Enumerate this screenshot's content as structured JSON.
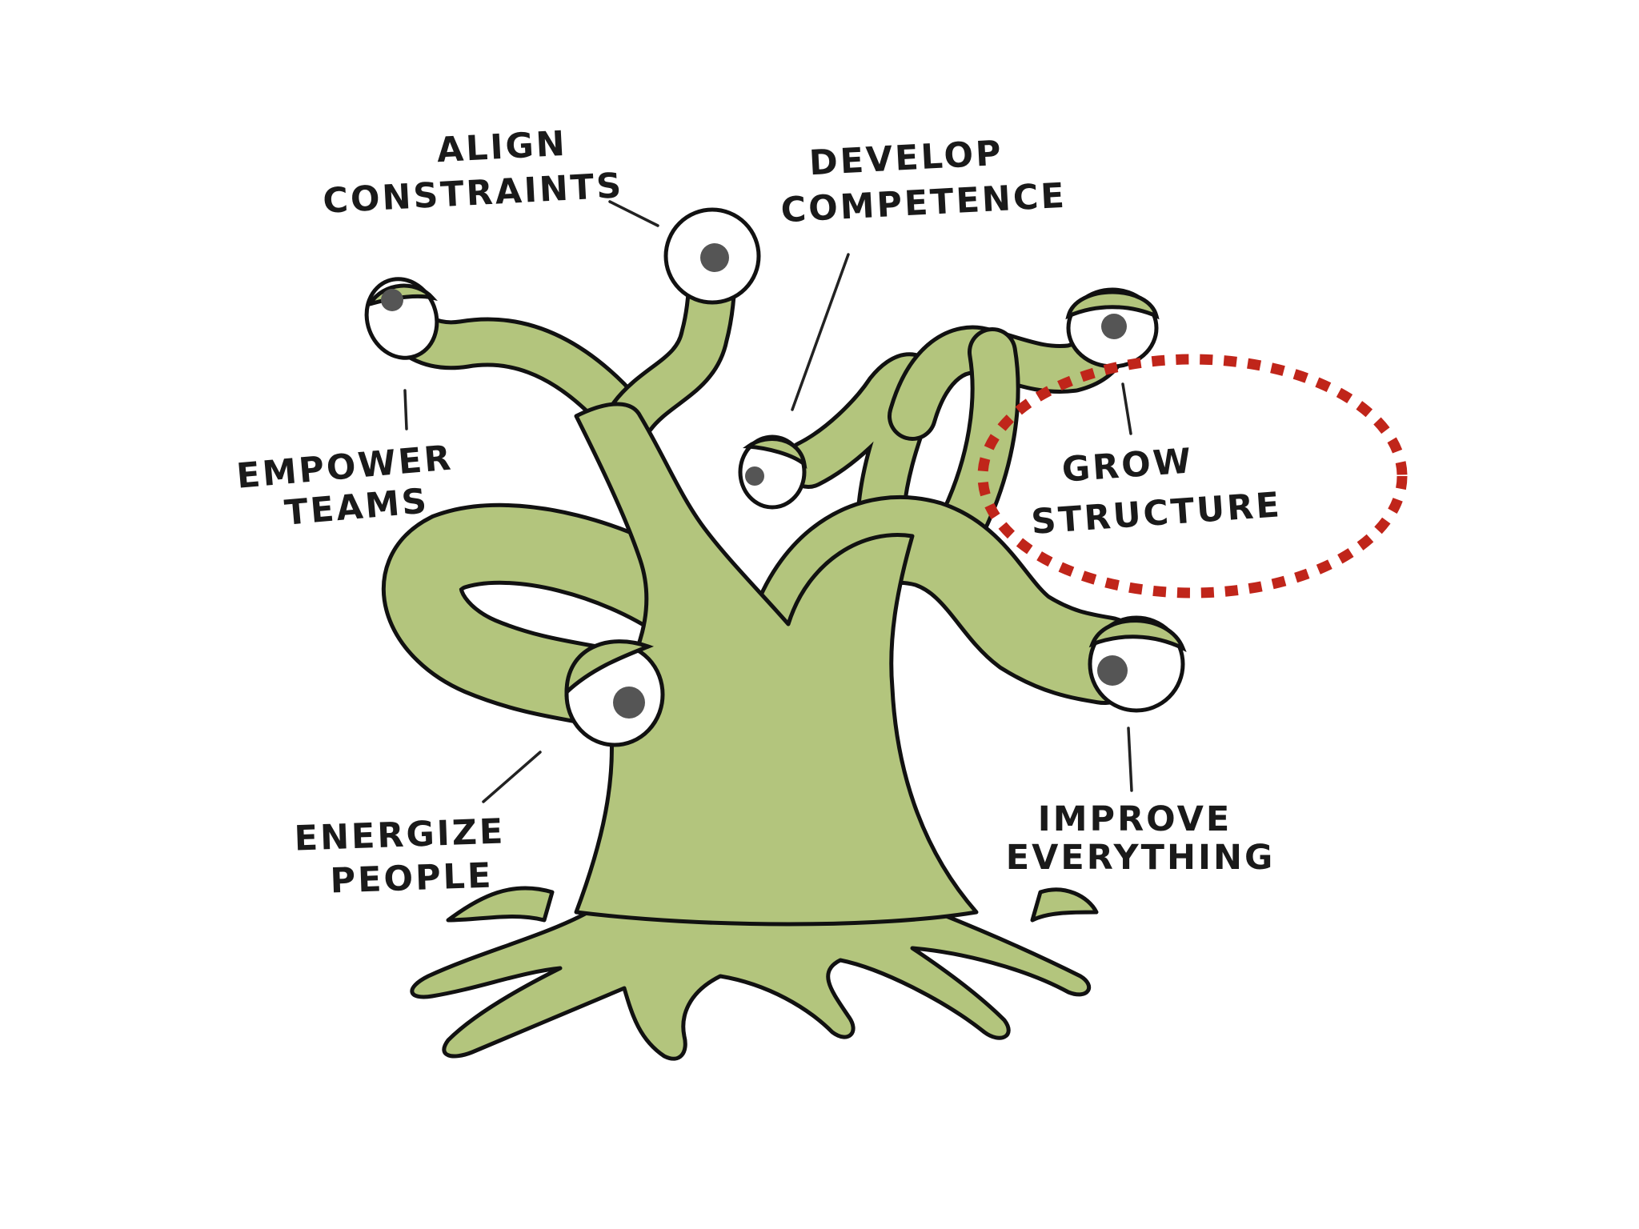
{
  "labels": {
    "align_constraints": [
      "ALIGN",
      "CONSTRAINTS"
    ],
    "develop_competence": [
      "DEVELOP",
      "COMPETENCE"
    ],
    "empower_teams": [
      "EMPOWER",
      "TEAMS"
    ],
    "grow_structure": [
      "GROW",
      "STRUCTURE"
    ],
    "energize_people": [
      "ENERGIZE",
      "PEOPLE"
    ],
    "improve_everything": [
      "IMPROVE",
      "EVERYTHING"
    ]
  },
  "colors": {
    "tree_fill": "#b3c57d",
    "outline": "#111111",
    "pupil": "#555555",
    "highlight_ring": "#c0251a"
  },
  "highlighted_label": "grow_structure"
}
